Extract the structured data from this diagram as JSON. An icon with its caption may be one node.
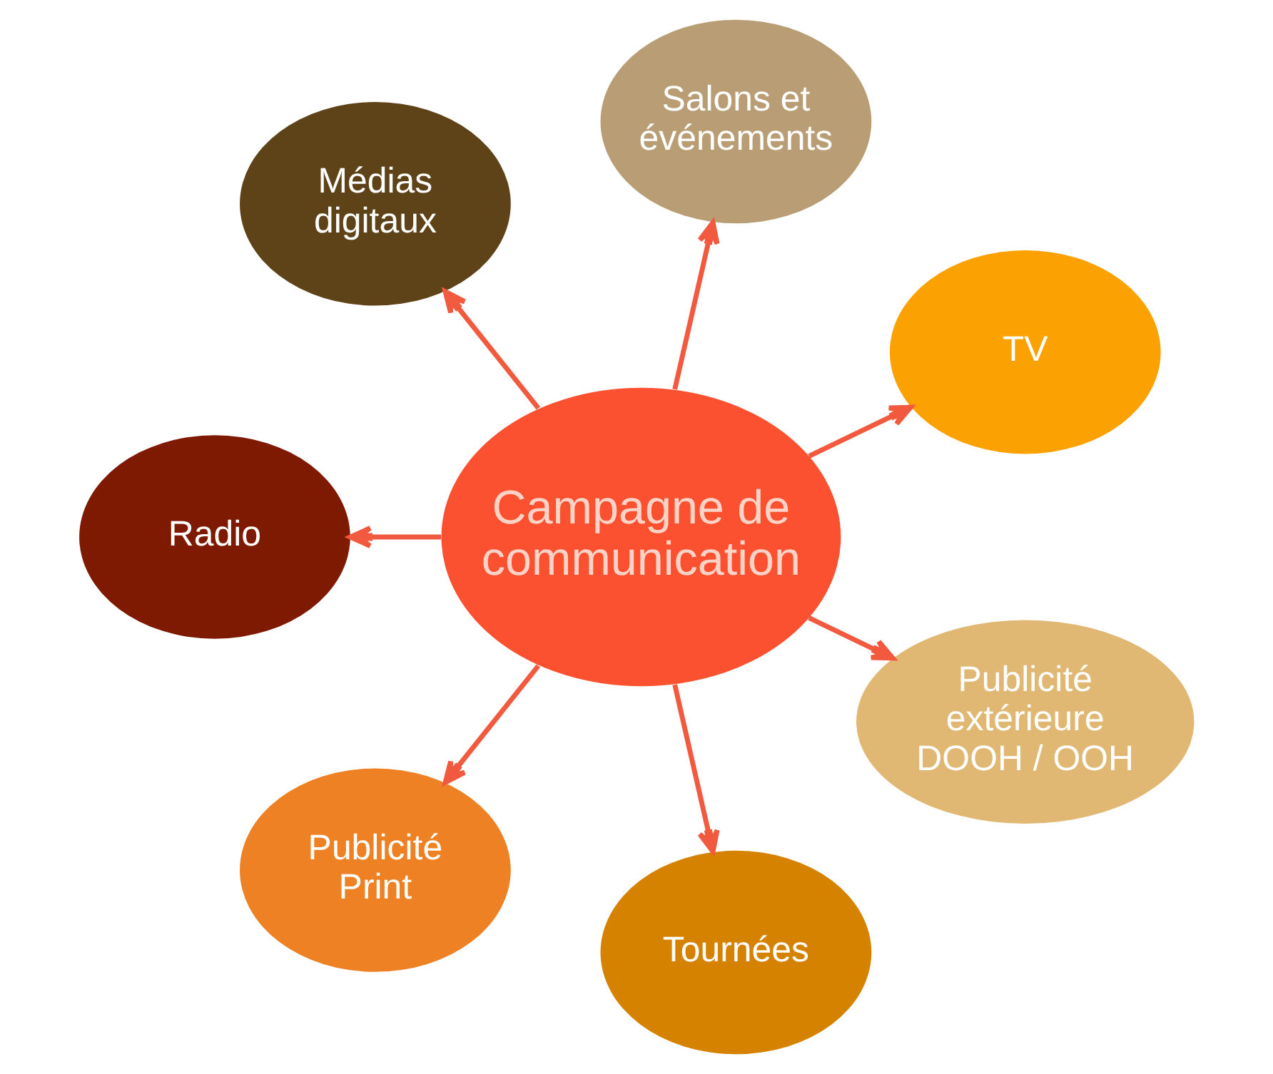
{
  "diagram": {
    "nodes": [
      {
        "text": [
          "Campagne de communication"
        ]
      },
      {
        "text": [
          "TV"
        ]
      },
      {
        "text": [
          "Salons et événements"
        ]
      },
      {
        "text": [
          "Médias digitaux"
        ]
      },
      {
        "text": [
          "Radio"
        ]
      },
      {
        "text": [
          "Publicité Print"
        ]
      },
      {
        "text": [
          "Tournées"
        ]
      },
      {
        "text": [
          "Publicité extérieure DOOH / OOH"
        ]
      }
    ],
    "edges": [
      {
        "from": 0,
        "to": 1,
        "arrow": "to"
      },
      {
        "from": 0,
        "to": 2,
        "arrow": "to"
      },
      {
        "from": 0,
        "to": 3,
        "arrow": "to"
      },
      {
        "from": 0,
        "to": 4,
        "arrow": "to"
      },
      {
        "from": 0,
        "to": 5,
        "arrow": "to"
      },
      {
        "from": 0,
        "to": 6,
        "arrow": "to"
      },
      {
        "from": 0,
        "to": 7,
        "arrow": "to"
      }
    ]
  }
}
